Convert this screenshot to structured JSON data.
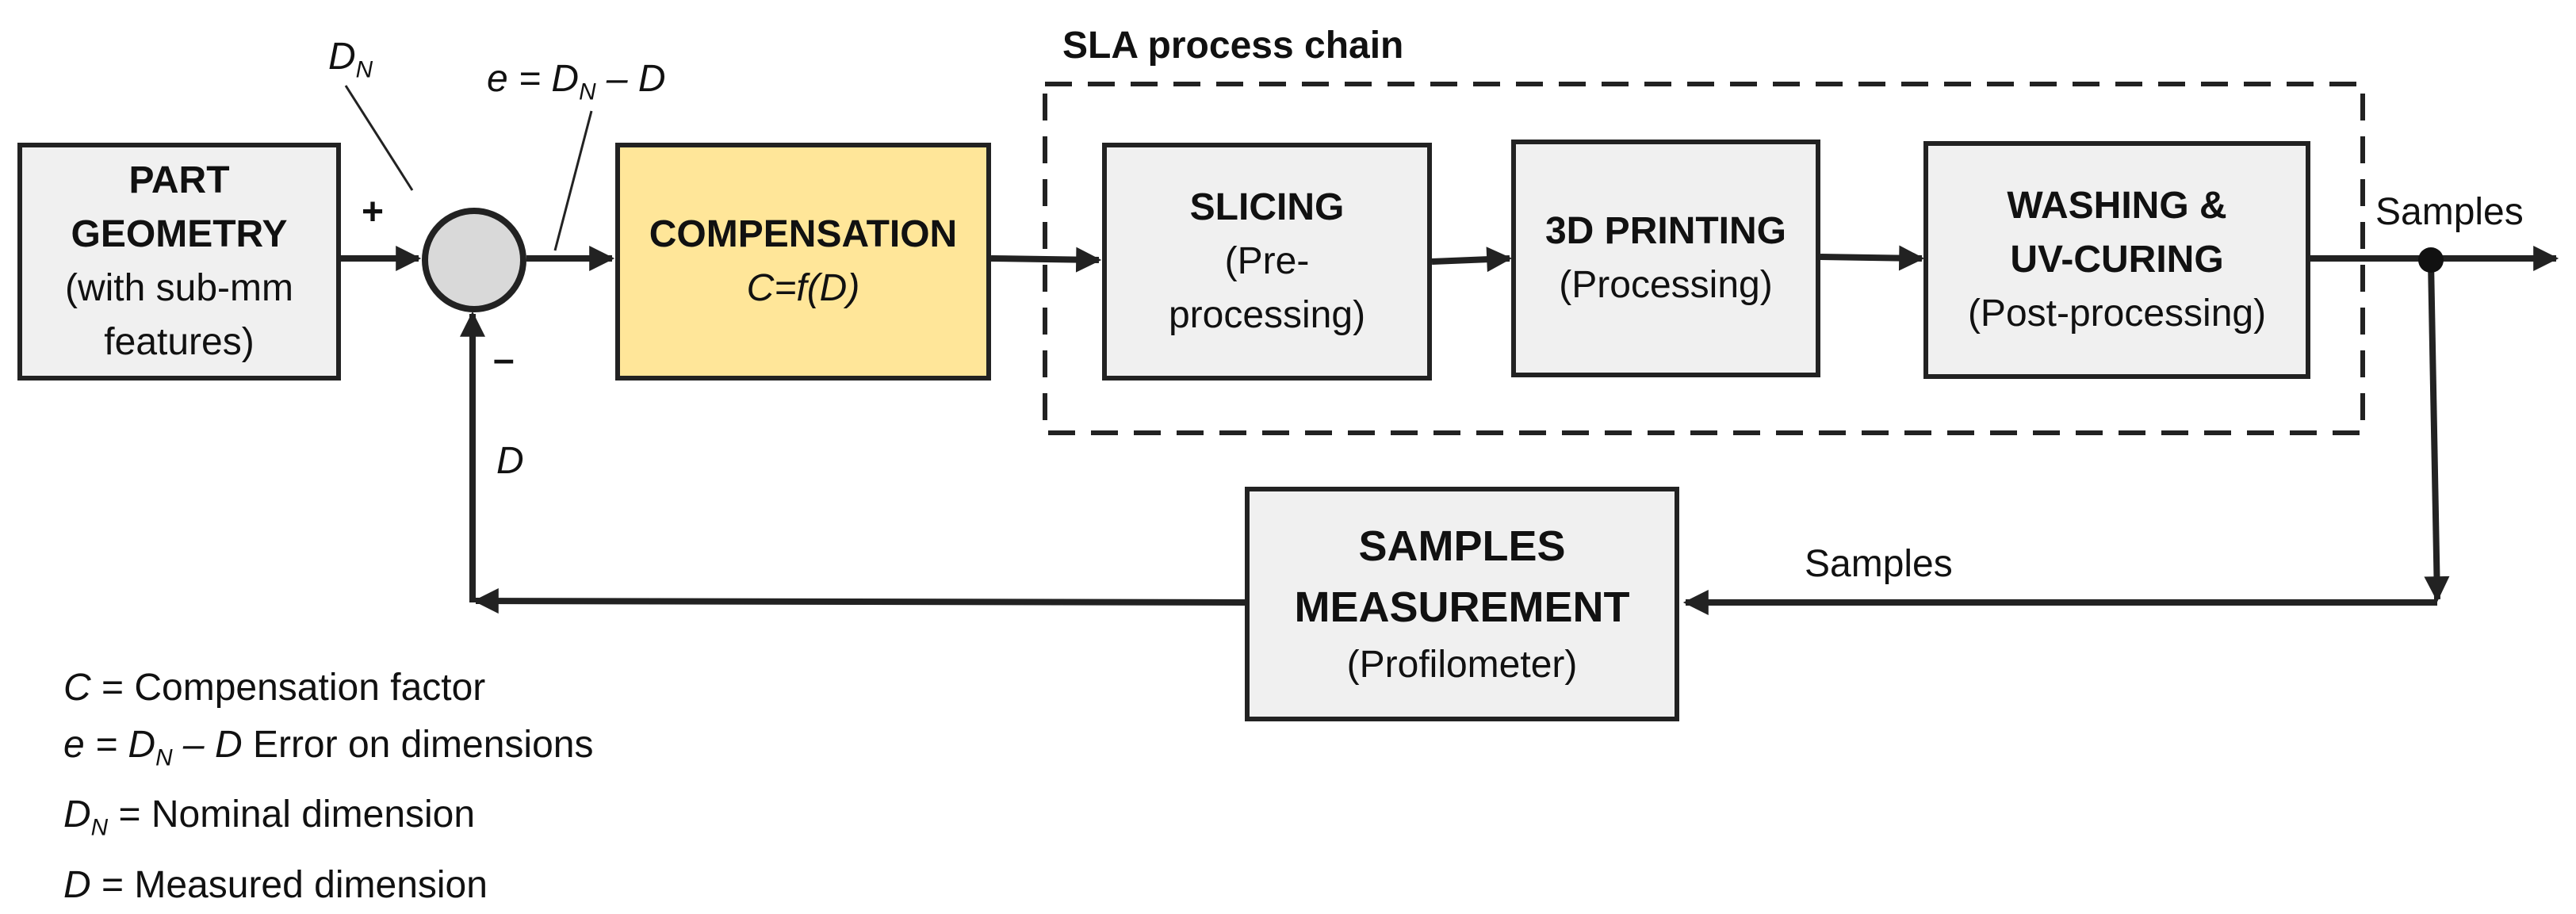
{
  "blocks": {
    "part_geometry": {
      "title": "PART GEOMETRY",
      "sub": "(with sub-mm features)"
    },
    "compensation": {
      "title": "COMPENSATION",
      "formula": "C=f(D)"
    },
    "slicing": {
      "title": "SLICING",
      "sub": "(Pre-processing)"
    },
    "printing": {
      "title": "3D PRINTING",
      "sub": "(Processing)"
    },
    "washing": {
      "title": "WASHING & UV-CURING",
      "sub": "(Post-processing)"
    },
    "measurement": {
      "title": "SAMPLES MEASUREMENT",
      "sub": "(Profilometer)"
    }
  },
  "group_label": "SLA process chain",
  "signals": {
    "samples_out": "Samples",
    "samples_back": "Samples",
    "plus": "+",
    "minus": "–"
  },
  "symbols": {
    "dn_main": "D",
    "dn_sub": "N",
    "e_pre": "e = D",
    "e_sub": "N",
    "e_post": " – D",
    "feedback": "D"
  },
  "legend": [
    {
      "sym": "C",
      "sub": "",
      "rest": "",
      "text": " = Compensation factor"
    },
    {
      "sym": "e",
      "sub": "",
      "rest": " = D",
      "rest_sub": "N",
      "rest2": " – D",
      "text": " Error on dimensions"
    },
    {
      "sym": "D",
      "sub": "N",
      "rest": "",
      "text": " = Nominal dimension"
    },
    {
      "sym": "D",
      "sub": "",
      "rest": "",
      "text": " = Measured dimension"
    }
  ],
  "colors": {
    "compensation_fill": "#ffe699",
    "block_fill": "#f0f0f0",
    "line": "#222222"
  }
}
